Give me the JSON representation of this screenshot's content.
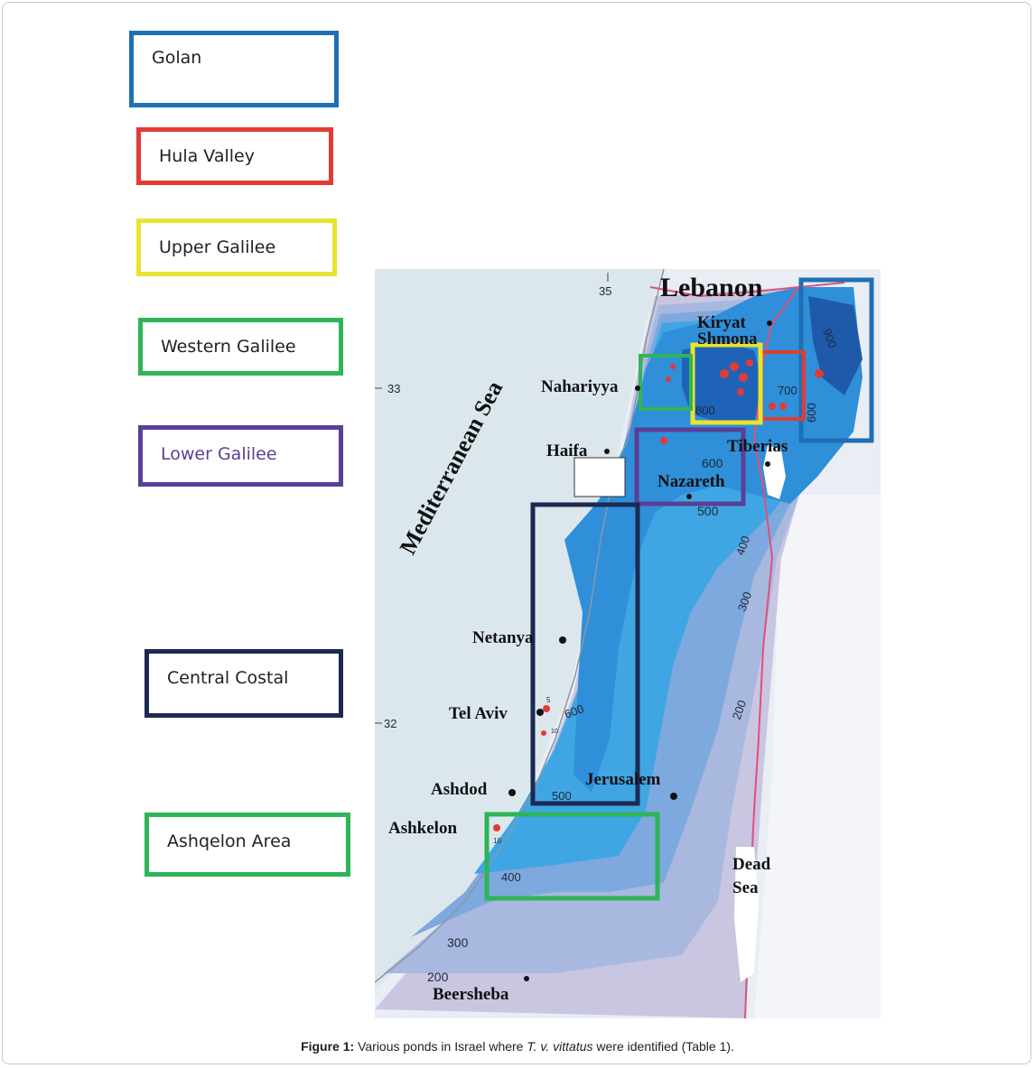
{
  "legend": {
    "golan": "Golan",
    "hula": "Hula Valley",
    "upper": "Upper Galilee",
    "western": "Western Galilee",
    "lower": "Lower Galilee",
    "central": "Central Costal",
    "ashqelon": "Ashqelon Area"
  },
  "colors": {
    "golan": "#1f6fb4",
    "hula": "#e23b35",
    "upper": "#e9e330",
    "western": "#2fb457",
    "lower": "#5b3f95",
    "central": "#1c2a52",
    "ashqelon": "#2fb457"
  },
  "map": {
    "country": "Lebanon",
    "sea": "Mediterranean Sea",
    "lon": "35",
    "lat33": "33",
    "lat32": "32",
    "cities": {
      "kiryat": "Kiryat",
      "shmona": "Shmona",
      "nahariyya": "Nahariyya",
      "haifa": "Haifa",
      "tiberias": "Tiberias",
      "nazareth": "Nazareth",
      "netanya": "Netanya",
      "telaviv": "Tel Aviv",
      "ashdod": "Ashdod",
      "ashkelon": "Ashkelon",
      "jerusalem": "Jerusalem",
      "deadsea1": "Dead",
      "deadsea2": "Sea",
      "beersheba": "Beersheba"
    },
    "contours": {
      "c800": "800",
      "c700": "700",
      "c900": "900",
      "c600a": "600",
      "c500a": "500",
      "c400a": "400",
      "c300a": "300",
      "c200a": "200",
      "c600b": "600",
      "c500b": "500",
      "c400b": "400",
      "c600c": "600",
      "c300b": "300",
      "c200b": "200"
    },
    "pond_labels": {
      "p5": "5",
      "p10a": "10",
      "p10b": "10"
    }
  },
  "caption": {
    "label": "Figure 1:",
    "text_before": "Various ponds in Israel where",
    "species": "T. v. vittatus",
    "text_after": "were identified (Table 1)."
  }
}
